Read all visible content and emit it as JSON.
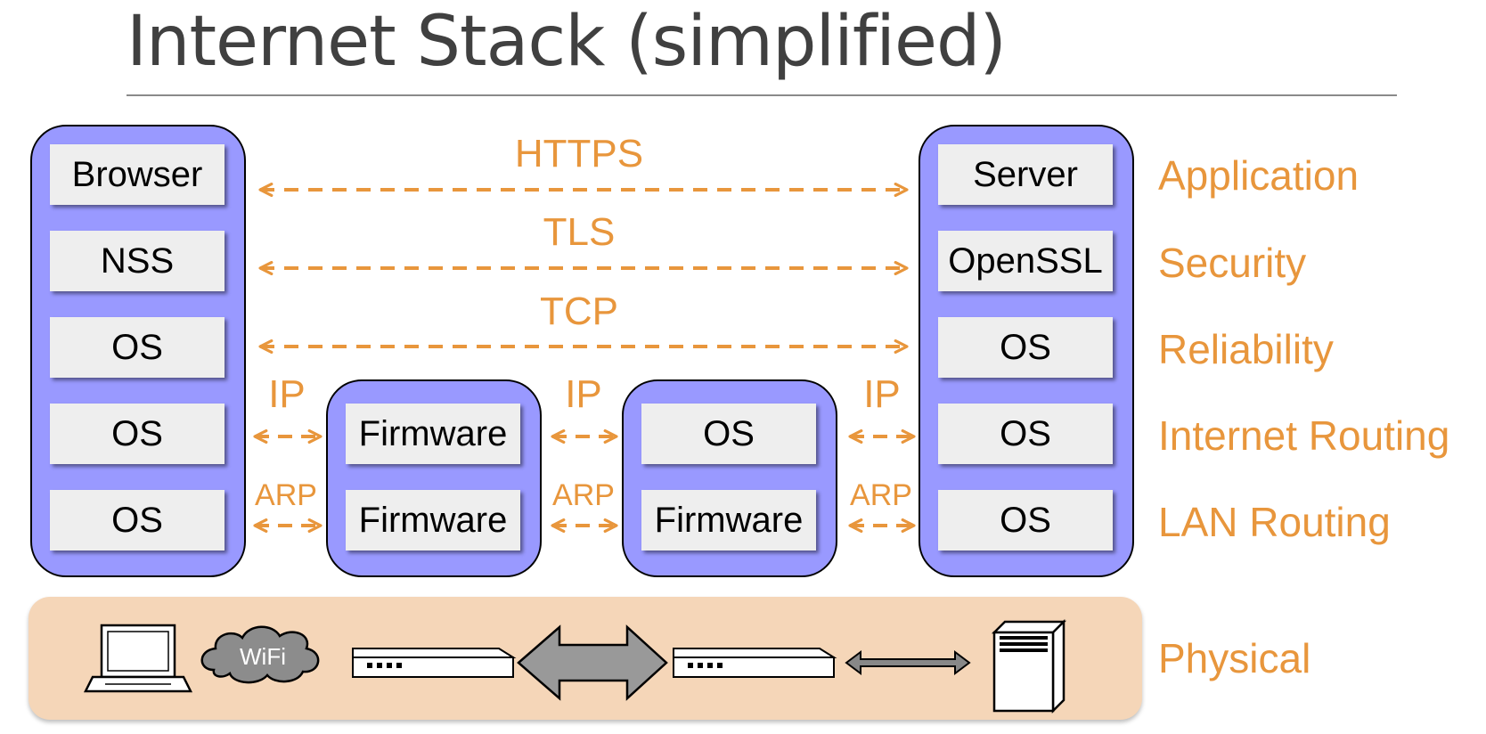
{
  "title": "Internet Stack (simplified)",
  "stacks": {
    "client": [
      "Browser",
      "NSS",
      "OS",
      "OS",
      "OS"
    ],
    "router1": [
      "Firmware",
      "Firmware"
    ],
    "router2": [
      "OS",
      "Firmware"
    ],
    "server": [
      "Server",
      "OpenSSL",
      "OS",
      "OS",
      "OS"
    ]
  },
  "protocols": {
    "https": "HTTPS",
    "tls": "TLS",
    "tcp": "TCP",
    "ip": "IP",
    "arp": "ARP"
  },
  "layers": [
    "Application",
    "Security",
    "Reliability",
    "Internet Routing",
    "LAN Routing",
    "Physical"
  ],
  "physical": {
    "wifi_label": "WiFi"
  },
  "colors": {
    "accent": "#e8963c",
    "stack_fill": "#9999ff",
    "box_fill": "#eeeeee",
    "physical_bg": "#f5d6b8"
  },
  "icons": [
    "laptop-icon",
    "wifi-cloud-icon",
    "router-icon",
    "double-arrow-icon",
    "router-icon",
    "double-arrow-icon",
    "server-icon"
  ]
}
